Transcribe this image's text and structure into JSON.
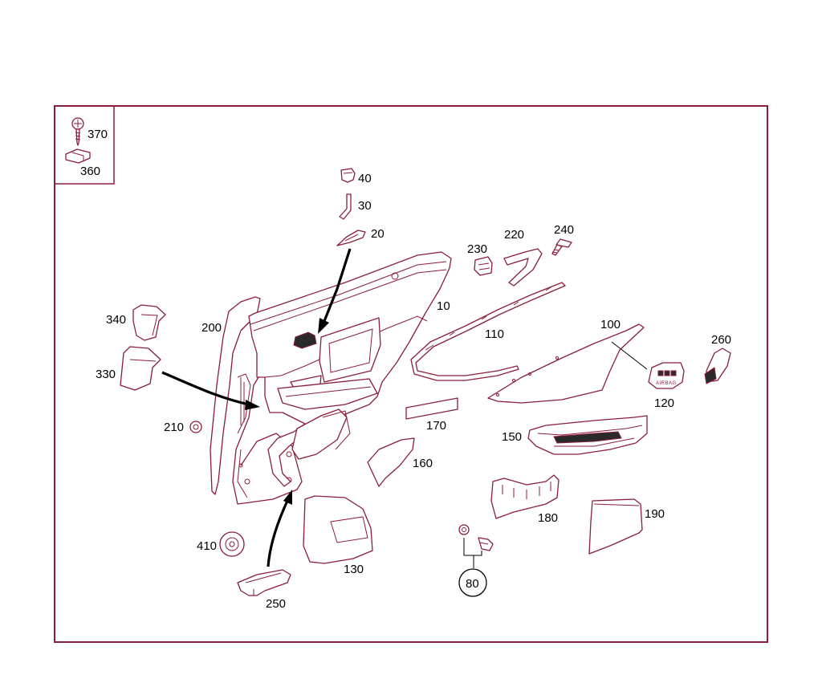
{
  "diagram": {
    "parts": [
      {
        "id": "p370",
        "number": "370"
      },
      {
        "id": "p360",
        "number": "360"
      },
      {
        "id": "p40",
        "number": "40"
      },
      {
        "id": "p30",
        "number": "30"
      },
      {
        "id": "p20",
        "number": "20"
      },
      {
        "id": "p230",
        "number": "230"
      },
      {
        "id": "p220",
        "number": "220"
      },
      {
        "id": "p240",
        "number": "240"
      },
      {
        "id": "p10",
        "number": "10"
      },
      {
        "id": "p340",
        "number": "340"
      },
      {
        "id": "p200",
        "number": "200"
      },
      {
        "id": "p110",
        "number": "110"
      },
      {
        "id": "p100",
        "number": "100"
      },
      {
        "id": "p260",
        "number": "260"
      },
      {
        "id": "p330",
        "number": "330"
      },
      {
        "id": "p120",
        "number": "120"
      },
      {
        "id": "p170",
        "number": "170"
      },
      {
        "id": "p210",
        "number": "210"
      },
      {
        "id": "p150",
        "number": "150"
      },
      {
        "id": "p160",
        "number": "160"
      },
      {
        "id": "p180",
        "number": "180"
      },
      {
        "id": "p190",
        "number": "190"
      },
      {
        "id": "p410",
        "number": "410"
      },
      {
        "id": "p130",
        "number": "130"
      },
      {
        "id": "p80",
        "number": "80"
      },
      {
        "id": "p250",
        "number": "250"
      }
    ],
    "airbag_text": "AIRBAG"
  }
}
